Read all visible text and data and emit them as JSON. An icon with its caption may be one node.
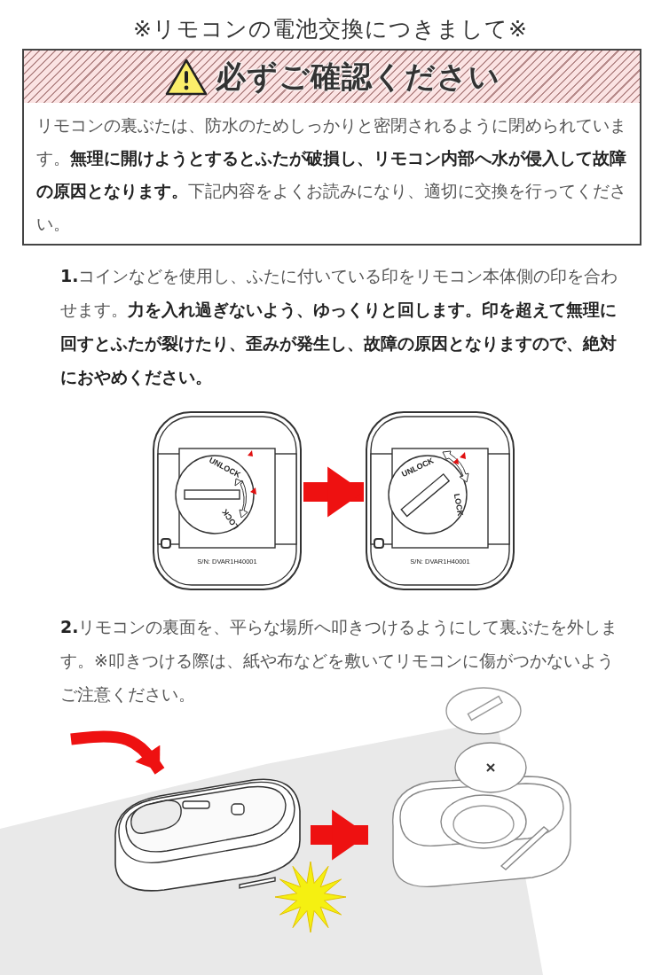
{
  "diagram": {
    "title": "※リモコンの電池交換につきまして※",
    "nodes": [
      {
        "text": [
          "必ずご確認ください",
          "リモコンの裏ぶたは、防水のためしっかりと密閉されるように閉められています。**無理に開けようとするとふたが破損し、リモコン内部へ水が侵入して故障の原因となります。**下記内容をよくお読みになり、適切に交換を行ってください。"
        ]
      },
      {
        "text": [],
        "shape": "picture"
      },
      {
        "text": [],
        "shape": "picture"
      },
      {
        "text": [],
        "shape": "picture"
      },
      {
        "text": [],
        "shape": "picture"
      },
      {
        "text": [],
        "shape": "starburst"
      }
    ],
    "edges": [
      {
        "from": 1,
        "to": 2,
        "arrow": "to"
      },
      {
        "from": null,
        "to": 3,
        "arrow": "to"
      },
      {
        "from": 3,
        "to": 4,
        "arrow": "to"
      }
    ],
    "labels": [
      "**1.**コインなどを使用し、ふたに付いている印をリモコン本体側の印を合わせます。**力を入れ過ぎないよう、ゆっくりと回します。印を超えて無理に回すとふたが裂けたり、歪みが発生し、故障の原因となりますので、絶対におやめください。**",
      "UNLOCK",
      "LOCK",
      "S/N: DVAR1H40001",
      "UNLOCK",
      "LOCK",
      "S/N: DVAR1H40001",
      "**2.**リモコンの裏面を、平らな場所へ叩きつけるようにして裏ぶたを外します。※叩きつける際は、紙や布などを敷いてリモコンに傷がつかないようご注意ください。"
    ]
  }
}
